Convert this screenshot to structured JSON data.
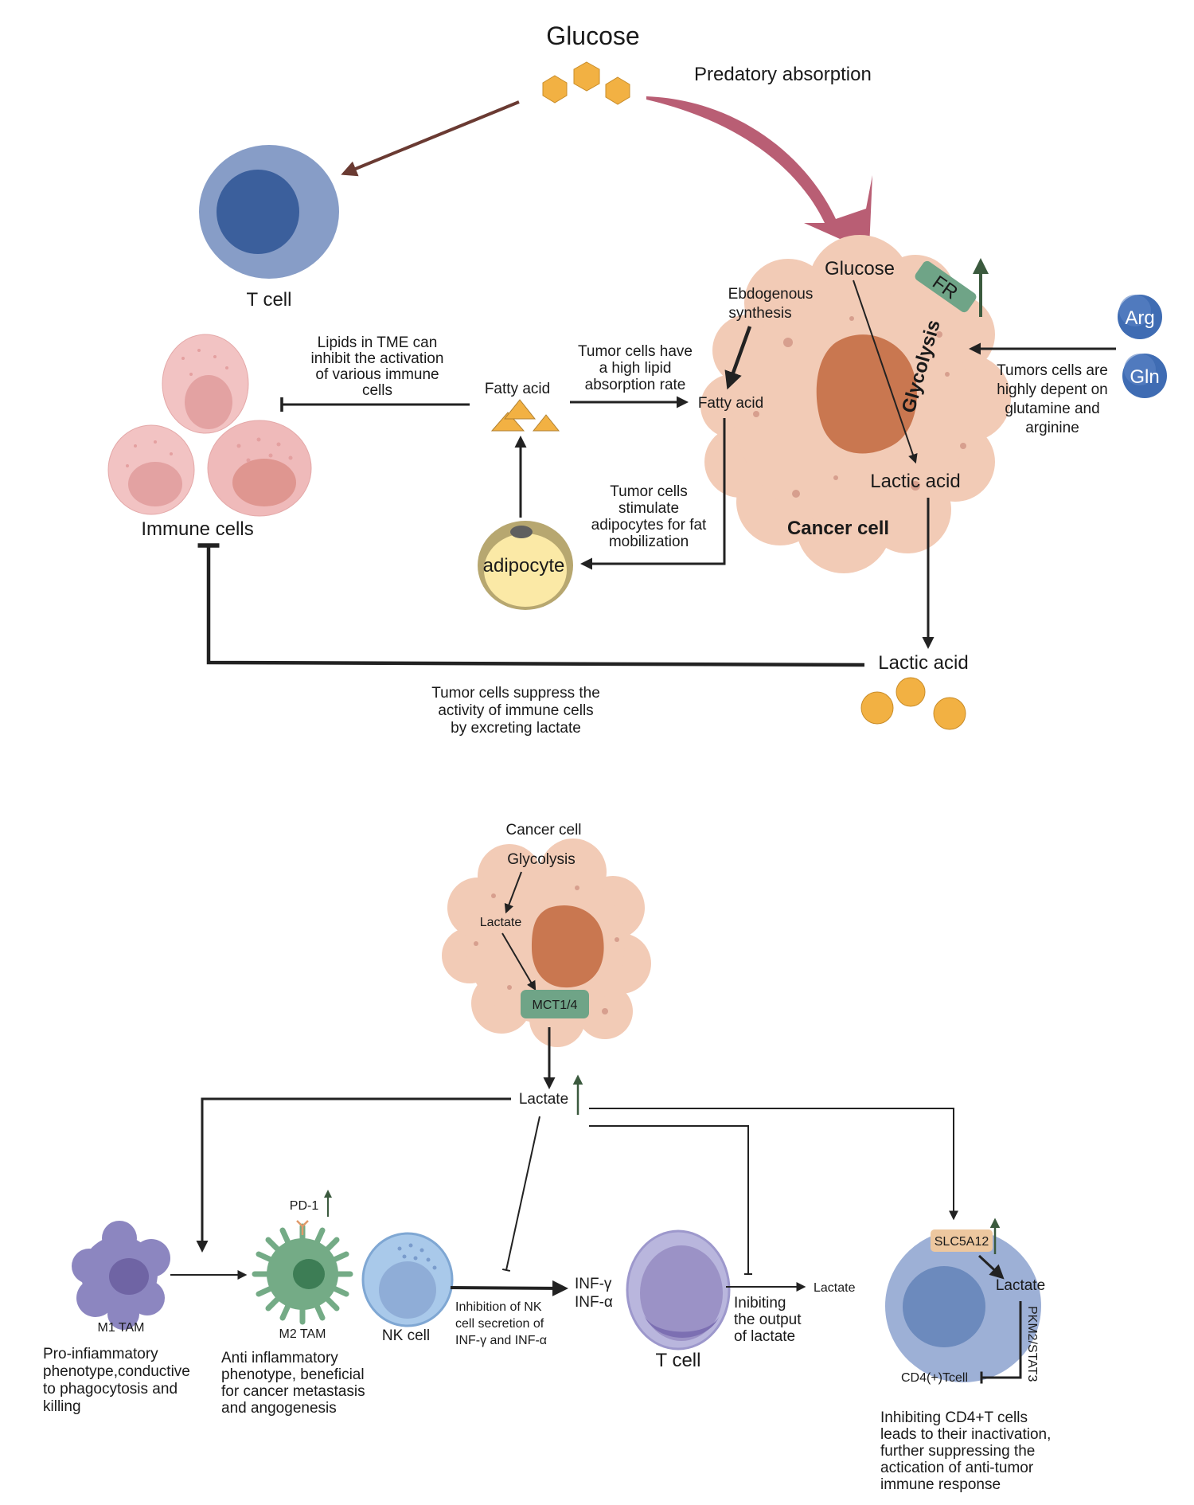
{
  "colors": {
    "glucose": "#f2b143",
    "predatory_arrow": "#b95e74",
    "tcell_arrow": "#6a3a32",
    "tcell_outer": "#879dc7",
    "tcell_inner": "#3b5f9c",
    "cancer_cyto": "#f2cbb6",
    "cancer_nucleus": "#c97750",
    "receptor_green": "#6fa487",
    "up_arrow": "#3b5a3e",
    "immune_cell": "#f2c3c3",
    "immune_nucleus": "#e3a2a2",
    "adipocyte_fill": "#fbe9a6",
    "adipocyte_ring": "#b7a770",
    "amino_blue": "#3f6cb3",
    "m1_purple": "#8c86c0",
    "m2_green": "#74ab86",
    "nk_blue": "#a9c9ea",
    "tcell2_purple": "#9b92c6",
    "cd4_blue": "#9db0d6",
    "slc_tan": "#edc79f"
  },
  "top": {
    "glucose_title": "Glucose",
    "predatory_label": "Predatory absorption",
    "tcell_label": "T cell",
    "cancer_cell": {
      "title": "Cancer cell",
      "glucose": "Glucose",
      "fr": "FR",
      "glycolysis": "Glycolysis",
      "lactic_acid": "Lactic acid",
      "endogenous": [
        "Ebdogenous",
        "synthesis"
      ],
      "fatty_acid": "Fatty acid"
    },
    "amino": {
      "arg": "Arg",
      "gln": "Gln",
      "note": [
        "Tumors cells are",
        "highly depent on",
        "glutamine and",
        "arginine"
      ]
    },
    "fatty_acid_label": "Fatty acid",
    "lipid_note": [
      "Lipids in TME can",
      "inhibit the activation",
      "of various immune",
      "cells"
    ],
    "absorption_note": [
      "Tumor cells have",
      "a high lipid",
      "absorption rate"
    ],
    "mobilization_note": [
      "Tumor cells",
      "stimulate",
      "adipocytes for fat",
      "mobilization"
    ],
    "adipocyte": "adipocyte",
    "immune_label": "Immune cells",
    "lactic_acid_out": "Lactic acid",
    "suppress_note": [
      "Tumor cells suppress the",
      "activity of immune cells",
      "by excreting lactate"
    ]
  },
  "bottom": {
    "cancer_title": "Cancer cell",
    "glycolysis": "Glycolysis",
    "lactate_inner": "Lactate",
    "mct": "MCT1/4",
    "lactate_hub": "Lactate",
    "m1_label": "M1 TAM",
    "m1_note": [
      "Pro-infiammatory",
      "phenotype,conductive",
      "to phagocytosis and",
      "killing"
    ],
    "pd1": "PD-1",
    "m2_label": "M2 TAM",
    "m2_note": [
      "Anti inflammatory",
      "phenotype, beneficial",
      "for cancer metastasis",
      "and angogenesis"
    ],
    "nk_label": "NK cell",
    "nk_note": [
      "Inhibition of NK",
      "cell secretion of",
      "INF-γ and INF-α"
    ],
    "inf": [
      "INF-γ",
      "INF-α"
    ],
    "tcell_label": "T cell",
    "tcell_note": [
      "Inibiting",
      "the output",
      "of lactate"
    ],
    "tcell_lactate": "Lactate",
    "slc": "SLC5A12",
    "cd4_lactate": "Lactate",
    "pathway": "PKM2/STAT3",
    "cd4_label": "CD4(+)Tcell",
    "cd4_note": [
      "Inhibiting CD4+T cells",
      "leads to their inactivation,",
      "further suppressing the",
      "actication of anti-tumor",
      "immune response"
    ]
  }
}
